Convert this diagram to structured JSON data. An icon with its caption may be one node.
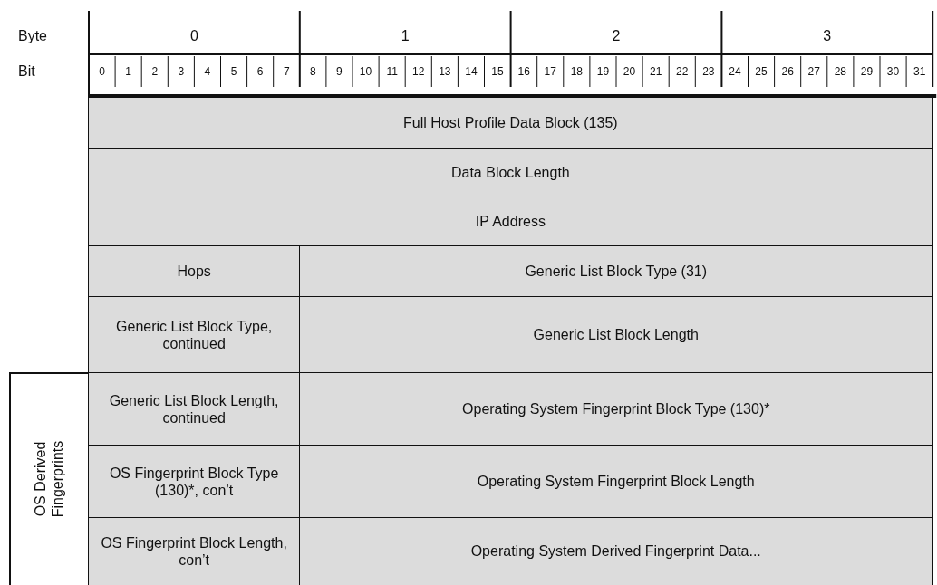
{
  "diagram": {
    "labels": [
      "Byte",
      "0",
      "1",
      "2",
      "3",
      "Bit",
      "0",
      "1",
      "2",
      "3",
      "4",
      "5",
      "6",
      "7",
      "8",
      "9",
      "10",
      "11",
      "12",
      "13",
      "14",
      "15",
      "16",
      "17",
      "18",
      "19",
      "20",
      "21",
      "22",
      "23",
      "24",
      "25",
      "26",
      "27",
      "28",
      "29",
      "30",
      "31",
      "Full Host Profile Data Block (135)",
      "Data Block Length",
      "IP Address",
      "Hops",
      "Generic List Block Type (31)",
      "Generic List Block Type, continued",
      "Generic List Block Length",
      "OS Derived Fingerprints",
      "Generic List Block Length, continued",
      "Operating System Fingerprint Block Type (130)*",
      "OS Fingerprint Block Type (130)*, con’t",
      "Operating System Fingerprint Block Length",
      "OS Fingerprint Block Length, con’t",
      "Operating System Derived Fingerprint Data..."
    ]
  }
}
